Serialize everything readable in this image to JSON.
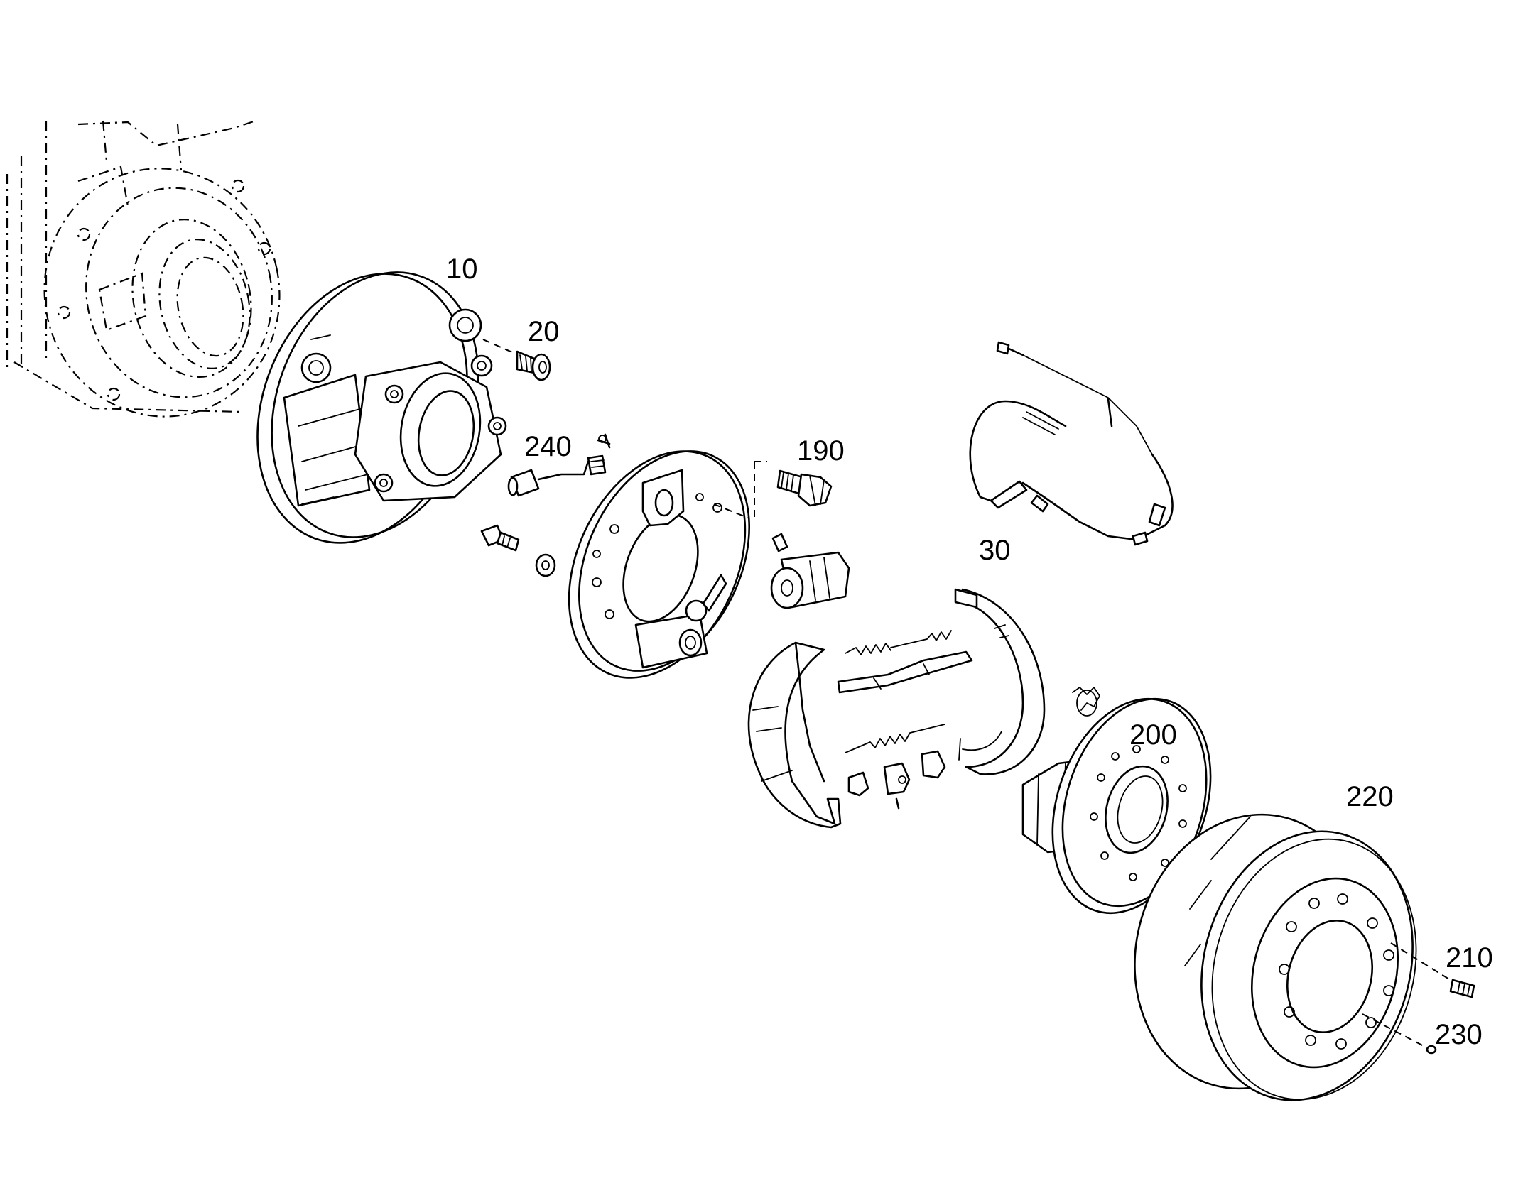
{
  "diagram": {
    "callouts": {
      "c10": "10",
      "c20": "20",
      "c30": "30",
      "c190": "190",
      "c200": "200",
      "c210": "210",
      "c220": "220",
      "c230": "230",
      "c240": "240"
    }
  }
}
